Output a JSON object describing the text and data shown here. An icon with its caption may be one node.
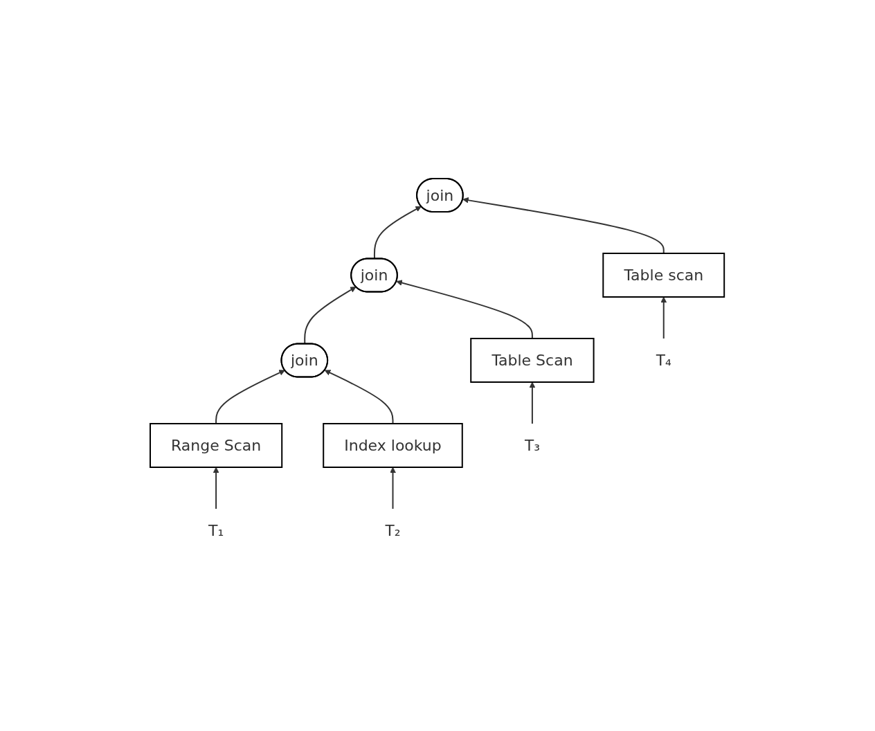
{
  "diagram": {
    "nodes": [
      {
        "text": [
          "join"
        ]
      },
      {
        "text": [
          "join"
        ]
      },
      {
        "text": [
          "Table scan"
        ]
      },
      {
        "text": [
          "join"
        ]
      },
      {
        "text": [
          "Table Scan"
        ]
      },
      {
        "text": [
          "T₄"
        ]
      },
      {
        "text": [
          "Range Scan"
        ]
      },
      {
        "text": [
          "Index lookup"
        ]
      },
      {
        "text": [
          "T₃"
        ]
      },
      {
        "text": [
          "T₁"
        ]
      },
      {
        "text": [
          "T₂"
        ]
      }
    ],
    "edges": [
      {
        "from": 1,
        "to": 0,
        "arrow": "to"
      },
      {
        "from": 2,
        "to": 0,
        "arrow": "to"
      },
      {
        "from": 3,
        "to": 1,
        "arrow": "to"
      },
      {
        "from": 4,
        "to": 1,
        "arrow": "to"
      },
      {
        "from": 5,
        "to": 2,
        "arrow": "to"
      },
      {
        "from": 6,
        "to": 3,
        "arrow": "to"
      },
      {
        "from": 7,
        "to": 3,
        "arrow": "to"
      },
      {
        "from": 8,
        "to": 4,
        "arrow": "to"
      },
      {
        "from": 9,
        "to": 6,
        "arrow": "to"
      },
      {
        "from": 10,
        "to": 7,
        "arrow": "to"
      }
    ]
  }
}
